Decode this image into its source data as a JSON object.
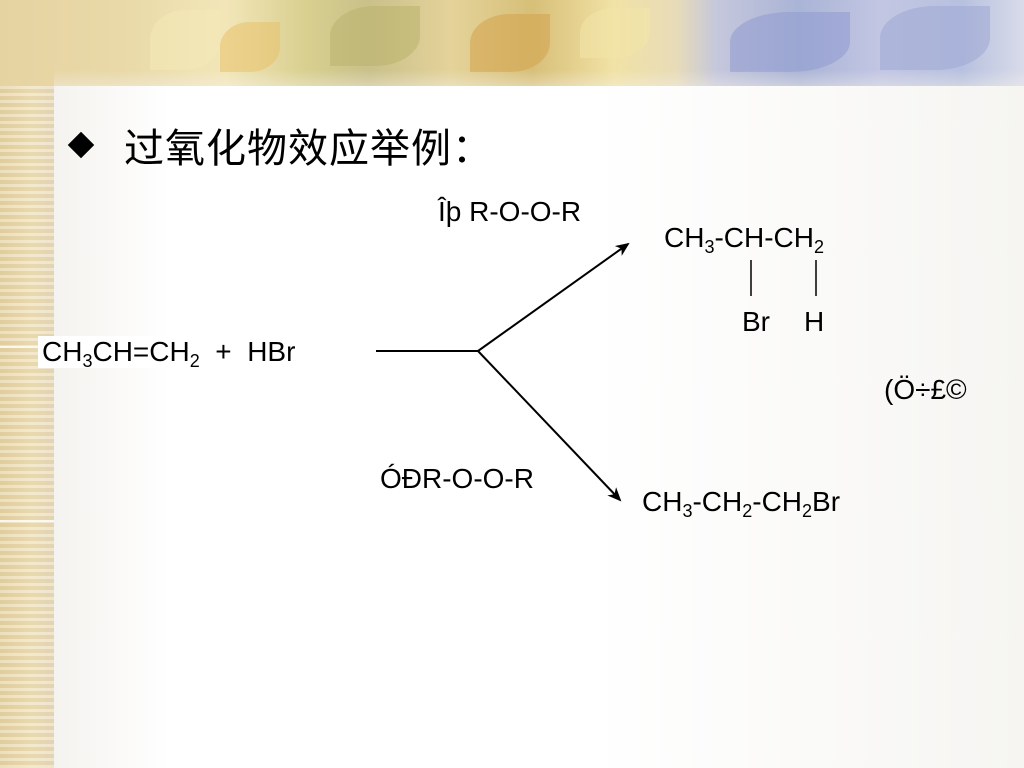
{
  "slide": {
    "title": "过氧化物效应举例：",
    "bullet_icon": "diamond-bullet-icon"
  },
  "reaction": {
    "reactant_formula": [
      "CH",
      "3",
      "CH=CH",
      "2",
      "  +  HBr"
    ],
    "condition_top": "Îþ R-O-O-R",
    "condition_bottom": "ÓÐR-O-O-R",
    "product_top": [
      "CH",
      "3",
      "-CH-CH",
      "2"
    ],
    "product_top_substituents": [
      "Br",
      "H"
    ],
    "product_bottom": [
      "CH",
      "3",
      "-CH",
      "2",
      "-CH",
      "2",
      "Br"
    ],
    "note": "(Ö÷£©"
  }
}
